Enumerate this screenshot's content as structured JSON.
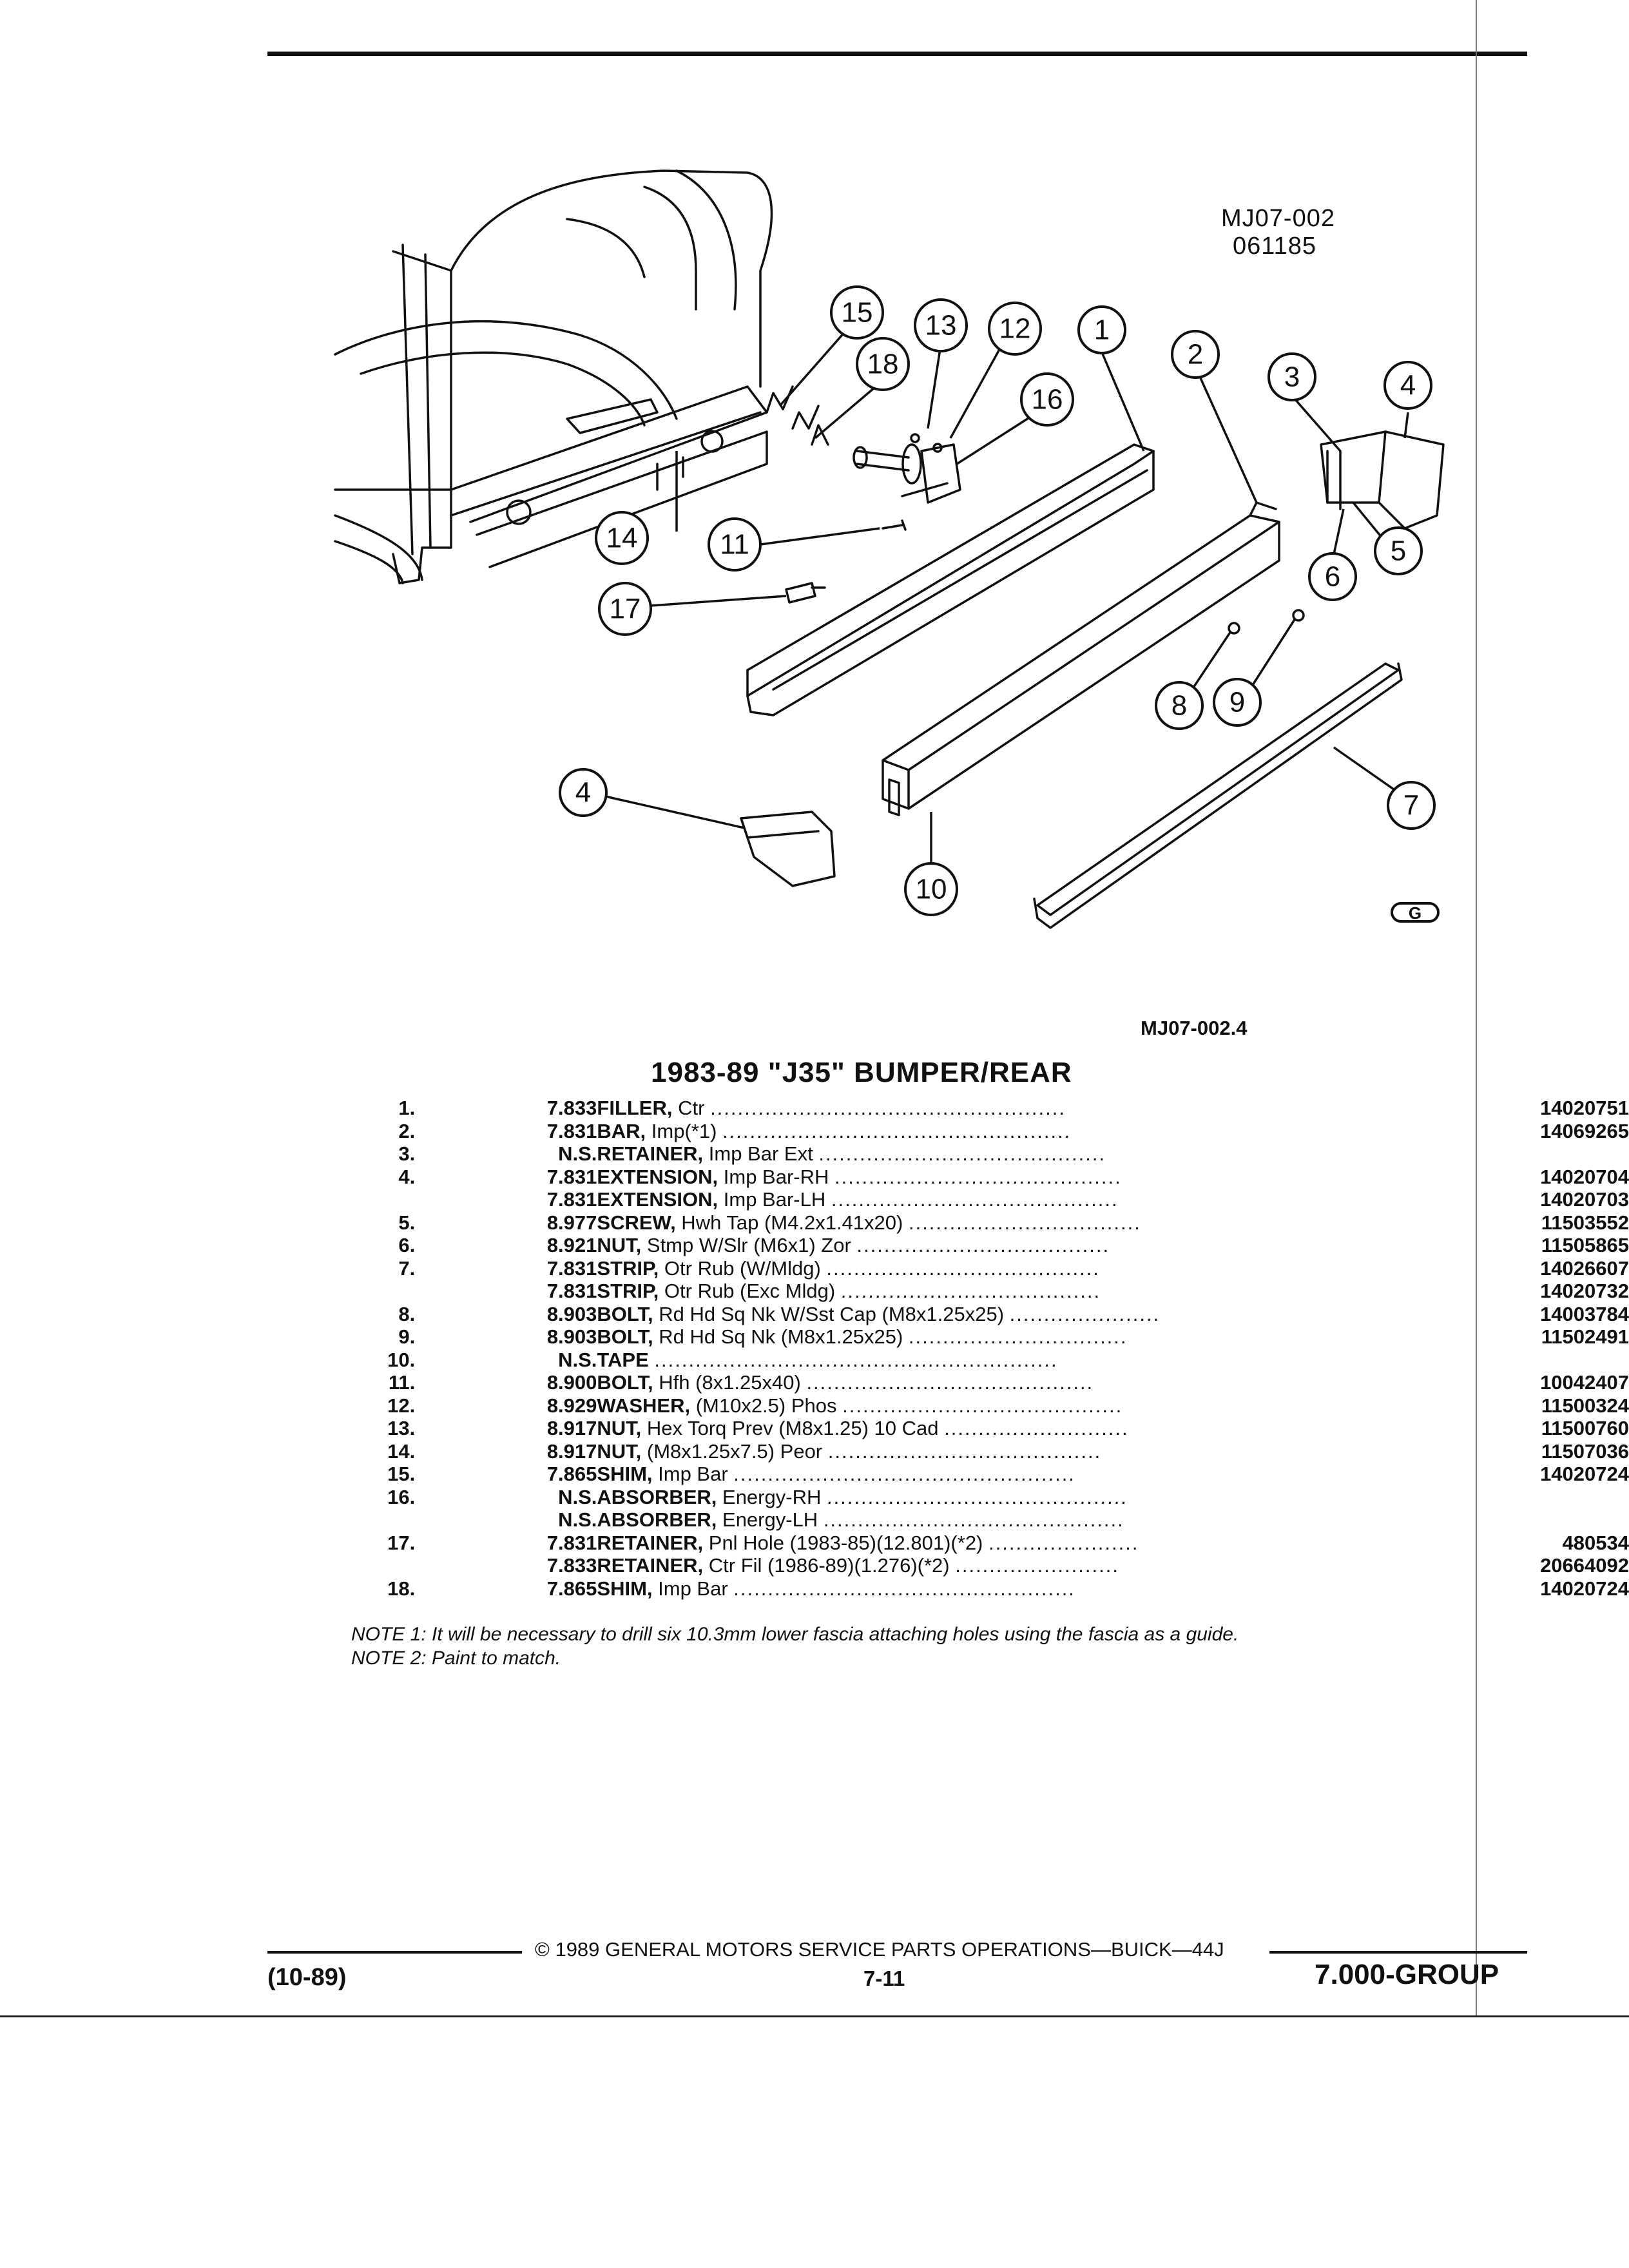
{
  "drawing": {
    "id_line1": "MJ07-002",
    "id_line2": "061185",
    "ref": "MJ07-002.4",
    "callouts": [
      "1",
      "2",
      "3",
      "4",
      "5",
      "6",
      "7",
      "8",
      "9",
      "10",
      "11",
      "12",
      "13",
      "14",
      "15",
      "16",
      "17",
      "18"
    ],
    "logo_glyph": "G"
  },
  "title": "1983-89 \"J35\" BUMPER/REAR",
  "parts": [
    {
      "num": "1.",
      "code": "7.833",
      "name": "FILLER,",
      "spec": "Ctr",
      "pn": "14020751"
    },
    {
      "num": "2.",
      "code": "7.831",
      "name": "BAR,",
      "spec": "Imp(*1)",
      "pn": "14069265"
    },
    {
      "num": "3.",
      "code": "N.S.",
      "name": "RETAINER,",
      "spec": "Imp Bar Ext",
      "pn": ""
    },
    {
      "num": "4.",
      "code": "7.831",
      "name": "EXTENSION,",
      "spec": "Imp Bar-RH",
      "pn": "14020704"
    },
    {
      "num": "",
      "code": "7.831",
      "name": "EXTENSION,",
      "spec": "Imp Bar-LH",
      "pn": "14020703"
    },
    {
      "num": "5.",
      "code": "8.977",
      "name": "SCREW,",
      "spec": "Hwh Tap (M4.2x1.41x20)",
      "pn": "11503552"
    },
    {
      "num": "6.",
      "code": "8.921",
      "name": "NUT,",
      "spec": "Stmp W/Slr (M6x1) Zor",
      "pn": "11505865"
    },
    {
      "num": "7.",
      "code": "7.831",
      "name": "STRIP,",
      "spec": "Otr Rub (W/Mldg)",
      "pn": "14026607"
    },
    {
      "num": "",
      "code": "7.831",
      "name": "STRIP,",
      "spec": "Otr Rub (Exc Mldg)",
      "pn": "14020732"
    },
    {
      "num": "8.",
      "code": "8.903",
      "name": "BOLT,",
      "spec": "Rd Hd Sq Nk W/Sst Cap (M8x1.25x25)",
      "pn": "14003784"
    },
    {
      "num": "9.",
      "code": "8.903",
      "name": "BOLT,",
      "spec": "Rd Hd Sq Nk (M8x1.25x25)",
      "pn": "11502491"
    },
    {
      "num": "10.",
      "code": "N.S.",
      "name": "TAPE",
      "spec": "",
      "pn": ""
    },
    {
      "num": "11.",
      "code": "8.900",
      "name": "BOLT,",
      "spec": "Hfh (8x1.25x40)",
      "pn": "10042407"
    },
    {
      "num": "12.",
      "code": "8.929",
      "name": "WASHER,",
      "spec": "(M10x2.5) Phos",
      "pn": "11500324"
    },
    {
      "num": "13.",
      "code": "8.917",
      "name": "NUT,",
      "spec": "Hex Torq Prev (M8x1.25) 10 Cad",
      "pn": "11500760"
    },
    {
      "num": "14.",
      "code": "8.917",
      "name": "NUT,",
      "spec": "(M8x1.25x7.5) Peor",
      "pn": "11507036"
    },
    {
      "num": "15.",
      "code": "7.865",
      "name": "SHIM,",
      "spec": "Imp Bar",
      "pn": "14020724"
    },
    {
      "num": "16.",
      "code": "N.S.",
      "name": "ABSORBER,",
      "spec": "Energy-RH",
      "pn": ""
    },
    {
      "num": "",
      "code": "N.S.",
      "name": "ABSORBER,",
      "spec": "Energy-LH",
      "pn": ""
    },
    {
      "num": "17.",
      "code": "7.831",
      "name": "RETAINER,",
      "spec": "Pnl Hole (1983-85)(12.801)(*2)",
      "pn": "480534"
    },
    {
      "num": "",
      "code": "7.833",
      "name": "RETAINER,",
      "spec": "Ctr Fil (1986-89)(1.276)(*2)",
      "pn": "20664092"
    },
    {
      "num": "18.",
      "code": "7.865",
      "name": "SHIM,",
      "spec": "Imp Bar",
      "pn": "14020724"
    }
  ],
  "notes": [
    "NOTE 1: It will be necessary to drill six 10.3mm lower fascia attaching holes using the fascia as a  guide.",
    "NOTE 2: Paint to match."
  ],
  "footer": {
    "date": "(10-89)",
    "copyright": "© 1989  GENERAL MOTORS SERVICE PARTS OPERATIONS—BUICK—44J",
    "page": "7-11",
    "group": "7.000-GROUP"
  }
}
